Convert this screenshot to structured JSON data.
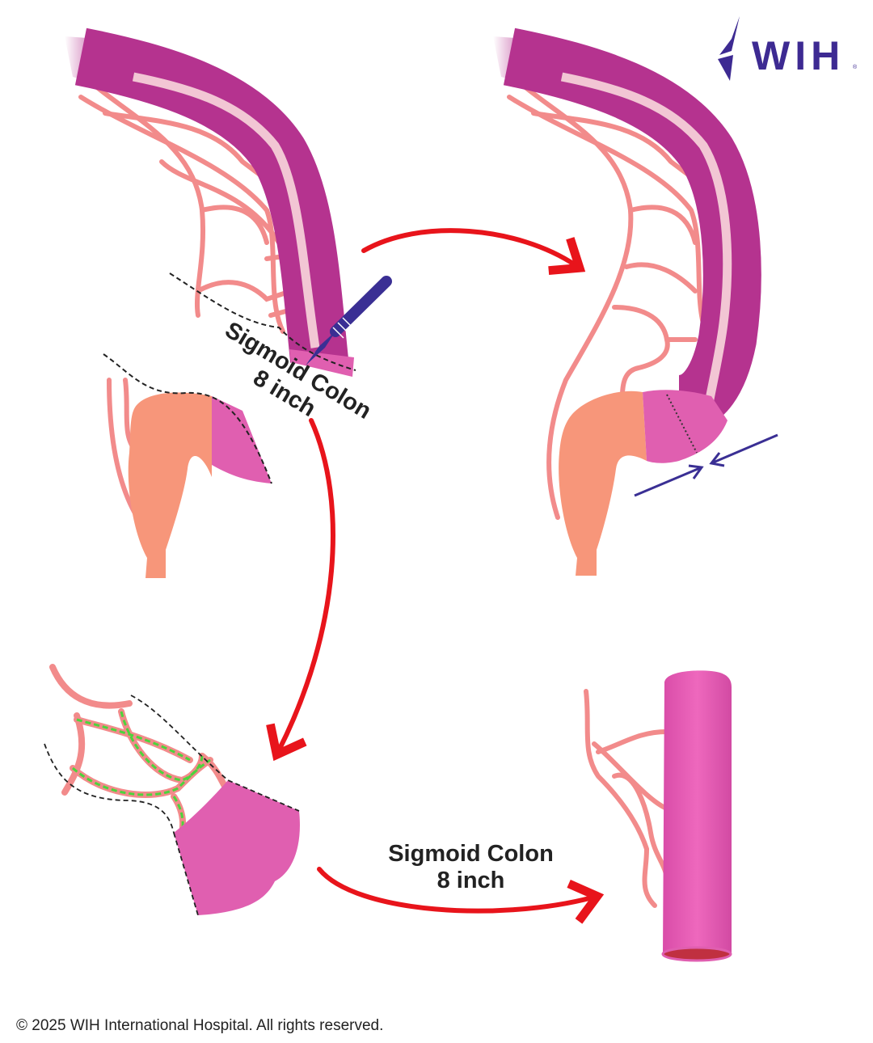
{
  "logo": {
    "text": "WIH",
    "reg": "®"
  },
  "labels": {
    "top": {
      "line1": "Sigmoid Colon",
      "line2": "8 inch"
    },
    "bottom": {
      "line1": "Sigmoid Colon",
      "line2": "8 inch"
    }
  },
  "footer": "© 2025 WIH International Hospital. All rights reserved.",
  "colors": {
    "colon": "#b5338f",
    "segment": "#e05fb0",
    "rectum": "#f7967a",
    "vessel": "#f28b8b",
    "arrow": "#e8141b",
    "instrument": "#3a2f94",
    "ligation": "#4cd43c"
  }
}
